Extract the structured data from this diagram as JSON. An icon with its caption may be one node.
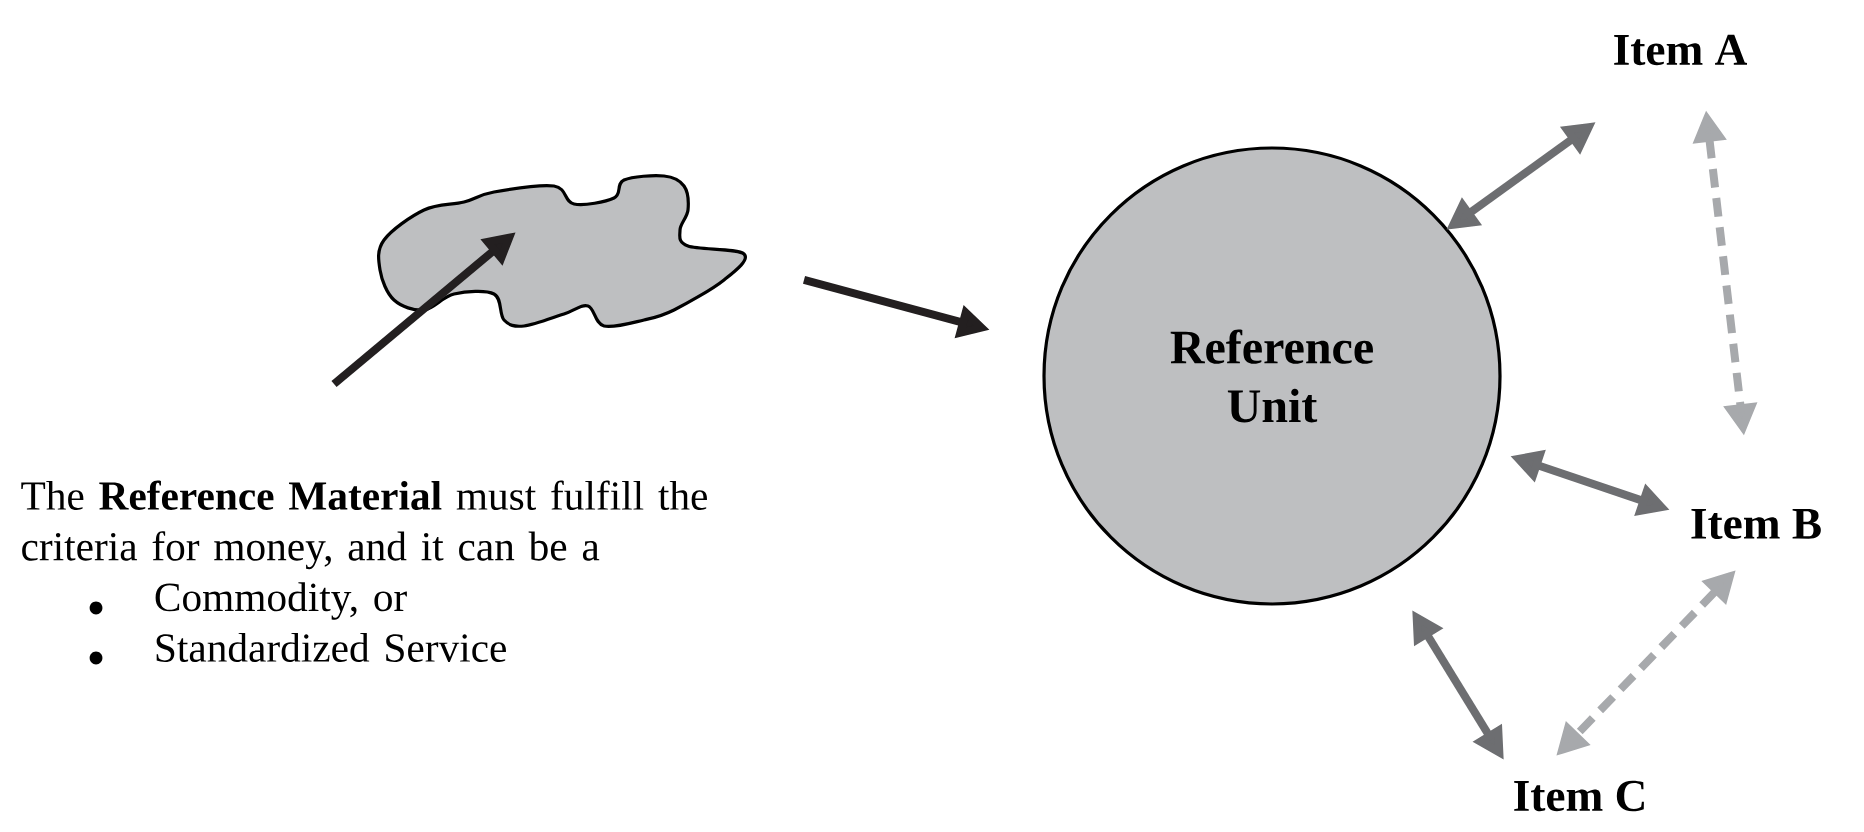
{
  "diagram": {
    "nodes": [
      {
        "text": [],
        "shape": "cloud"
      },
      {
        "text": [
          "The **Reference Material** must fulfill the criteria for money, and it can be a",
          "Commodity, or",
          "Standardized Service"
        ]
      },
      {
        "text": [
          "Reference Unit"
        ]
      },
      {
        "text": [
          "Item A"
        ]
      },
      {
        "text": [
          "Item B"
        ]
      },
      {
        "text": [
          "Item C"
        ]
      }
    ],
    "edges": [
      {
        "from": 1,
        "to": 0,
        "arrow": "to",
        "color": "#231f20"
      },
      {
        "from": 0,
        "to": 2,
        "arrow": "to",
        "color": "#231f20"
      },
      {
        "from": 2,
        "to": 3,
        "arrow": "both"
      },
      {
        "from": 2,
        "to": 4,
        "arrow": "both"
      },
      {
        "from": 2,
        "to": 5,
        "arrow": "both"
      },
      {
        "from": 3,
        "to": 4,
        "arrow": "both",
        "style": "dashed",
        "color": "#a7a9ac"
      },
      {
        "from": 4,
        "to": 5,
        "arrow": "both",
        "style": "dashed",
        "color": "#a7a9ac"
      }
    ]
  }
}
